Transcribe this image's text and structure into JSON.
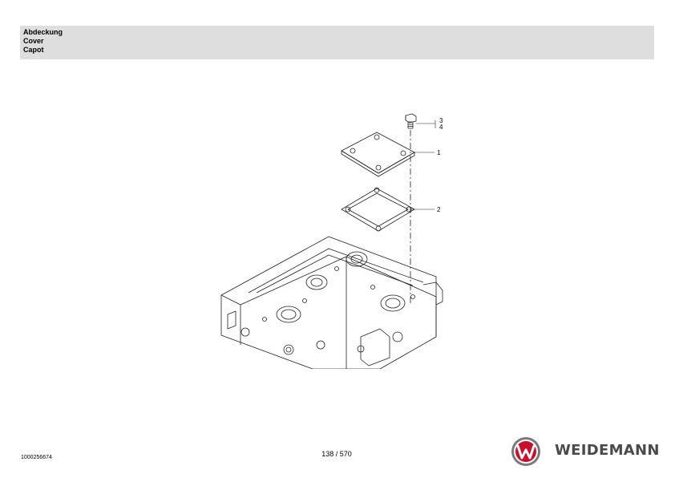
{
  "header": {
    "title_de": "Abdeckung",
    "title_en": "Cover",
    "title_fr": "Capot"
  },
  "callouts": {
    "bolt": "3",
    "washer": "4",
    "cover": "1",
    "gasket": "2"
  },
  "footer": {
    "document_number": "1000256674",
    "page_counter": "138 / 570",
    "brand": "WEIDEMANN"
  },
  "colors": {
    "header_band": "#dedede",
    "logo_red": "#c8102e",
    "logo_grey": "#4a4a4a"
  }
}
